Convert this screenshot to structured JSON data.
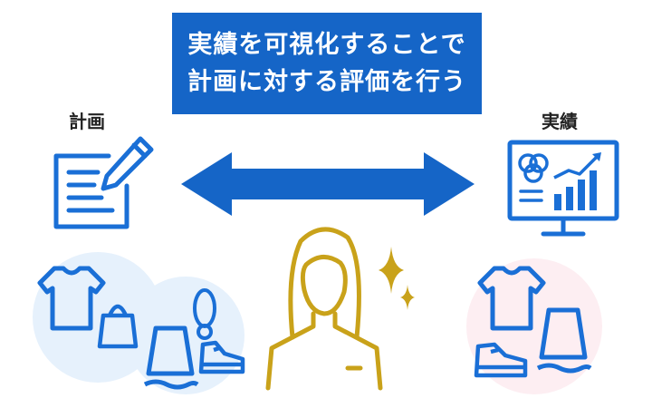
{
  "banner": {
    "line1": "実績を可視化することで",
    "line2": "計画に対する評価を行う"
  },
  "labels": {
    "plan": "計画",
    "result": "実績"
  },
  "colors": {
    "accent_blue": "#1565c7",
    "icon_blue": "#1a6fd6",
    "gold": "#c9a21a",
    "bubble_blue": "#e6f1fc",
    "bubble_pink": "#fdeef2"
  },
  "icons": {
    "left": [
      "document-pencil-icon",
      "tshirt-icon",
      "bag-icon",
      "necklace-icon",
      "skirt-icon",
      "sneaker-icon"
    ],
    "center": [
      "double-arrow-icon",
      "woman-icon",
      "sparkle-icon"
    ],
    "right": [
      "monitor-chart-icon",
      "tshirt-icon",
      "skirt-icon",
      "sneaker-icon"
    ]
  }
}
